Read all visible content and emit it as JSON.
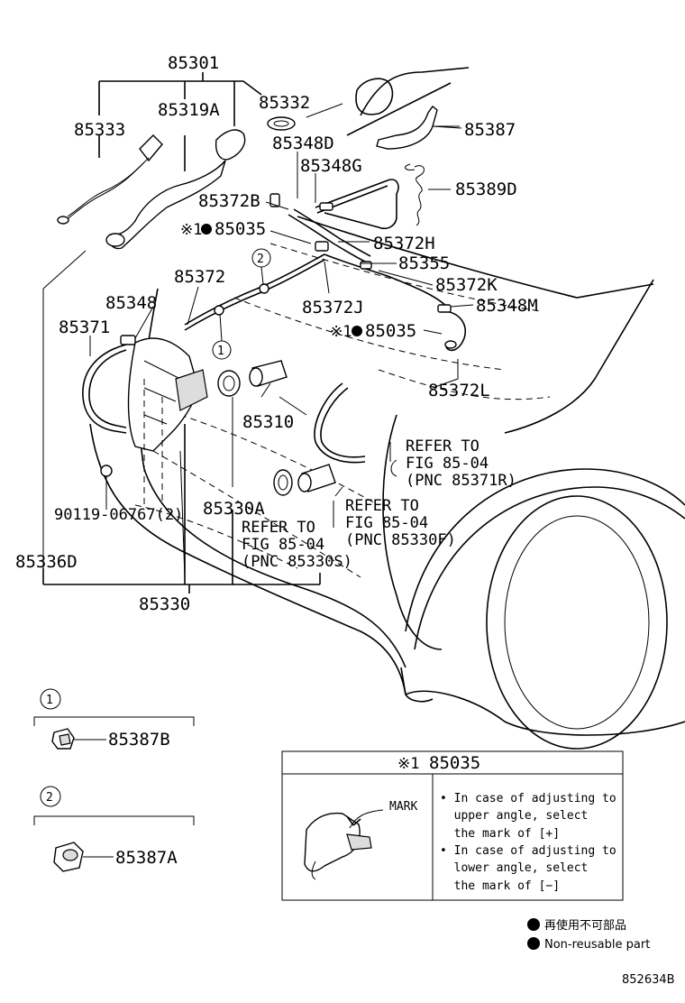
{
  "parts": {
    "p85301": "85301",
    "p85333": "85333",
    "p85319A": "85319A",
    "p85332": "85332",
    "p85387": "85387",
    "p85348D": "85348D",
    "p85348G": "85348G",
    "p85389D": "85389D",
    "p85372B": "85372B",
    "p85035a": "85035",
    "p85372H": "85372H",
    "p85355": "85355",
    "p85372": "85372",
    "p85372K": "85372K",
    "p85348": "85348",
    "p85348M": "85348M",
    "p85372J": "85372J",
    "p85371": "85371",
    "p85035b": "85035",
    "p85372L": "85372L",
    "p85310": "85310",
    "p90119": "90119-06767(2)",
    "p85330A": "85330A",
    "p85336D": "85336D",
    "p85330": "85330"
  },
  "markers": {
    "asterisk1": "※1",
    "circle1": "1",
    "circle2": "2"
  },
  "refs": {
    "r1": {
      "line1": "REFER TO",
      "line2": "FIG 85-04",
      "line3": "(PNC 85371R)"
    },
    "r2": {
      "line1": "REFER TO",
      "line2": "FIG 85-04",
      "line3": "(PNC 85330F)"
    },
    "r3": {
      "line1": "REFER TO",
      "line2": "FIG 85-04",
      "line3": "(PNC 85330S)"
    }
  },
  "insets": {
    "inset1": {
      "marker": "1",
      "part": "85387B"
    },
    "inset2": {
      "marker": "2",
      "part": "85387A"
    }
  },
  "note_box": {
    "header_marker": "※1",
    "header_part": "85035",
    "mark_label": "MARK",
    "lines": [
      "• In case of adjusting to",
      "  upper angle, select",
      "  the mark of [+]",
      "• In case of adjusting to",
      "  lower angle, select",
      "  the mark of [−]"
    ]
  },
  "legend": {
    "jp": "再使用不可部品",
    "en": "Non-reusable part"
  },
  "figure_code": "852634B"
}
